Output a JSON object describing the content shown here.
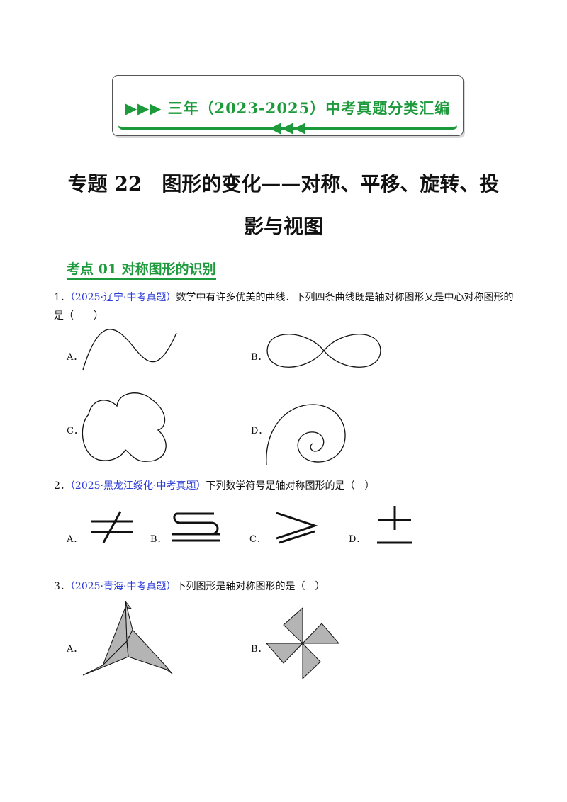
{
  "banner": {
    "left_arrows": "▶▶▶",
    "text": "三年（2023-2025）中考真题分类汇编",
    "right_arrows": "◀◀◀"
  },
  "title": {
    "line1": "专题 22　图形的变化——对称、平移、旋转、投",
    "line2": "影与视图"
  },
  "section": {
    "label": "考点 01  对称图形的识别"
  },
  "questions": [
    {
      "number": "1．",
      "source": "（2025·辽宁·中考真题）",
      "text": "数学中有许多优美的曲线．下列四条曲线既是轴对称图形又是中心对称图形的",
      "text_cont": "是（　　）",
      "options": [
        "A．",
        "B．",
        "C．",
        "D．"
      ]
    },
    {
      "number": "2．",
      "source": "（2025·黑龙江绥化·中考真题）",
      "text": "下列数学符号是轴对称图形的是（　）",
      "options": [
        "A．",
        "B．",
        "C．",
        "D．"
      ]
    },
    {
      "number": "3．",
      "source": "（2025·青海·中考真题）",
      "text": "下列图形是轴对称图形的是（　）",
      "options": [
        "A．",
        "B．"
      ]
    }
  ],
  "colors": {
    "accent_green": "#1d9a3c",
    "source_blue": "#2a3bd6",
    "figure_gray": "#b4b4b4"
  }
}
